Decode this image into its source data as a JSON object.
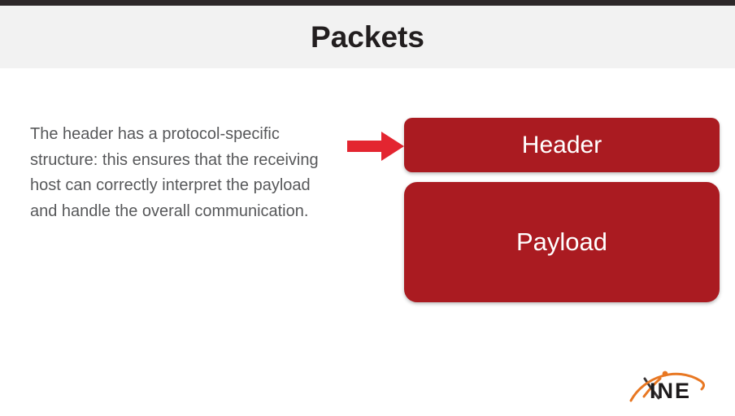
{
  "top_bar": {
    "color": "#2d2829"
  },
  "header": {
    "title": "Packets",
    "band_bg": "#f2f2f2",
    "title_color": "#221e1f"
  },
  "body": {
    "paragraph": "The header has a protocol-specific structure: this ensures that the receiving host can correctly interpret the payload and handle the overall communication.",
    "text_color": "#57585a"
  },
  "diagram": {
    "arrow_color": "#e32530",
    "box_fill": "#aa1b21",
    "box_border": "#8c161b",
    "box_text_color": "#ffffff",
    "boxes": [
      {
        "label": "Header"
      },
      {
        "label": "Payload"
      }
    ]
  },
  "logo": {
    "text": "INE",
    "accent_color": "#e87722",
    "text_color": "#1d1a1b"
  }
}
